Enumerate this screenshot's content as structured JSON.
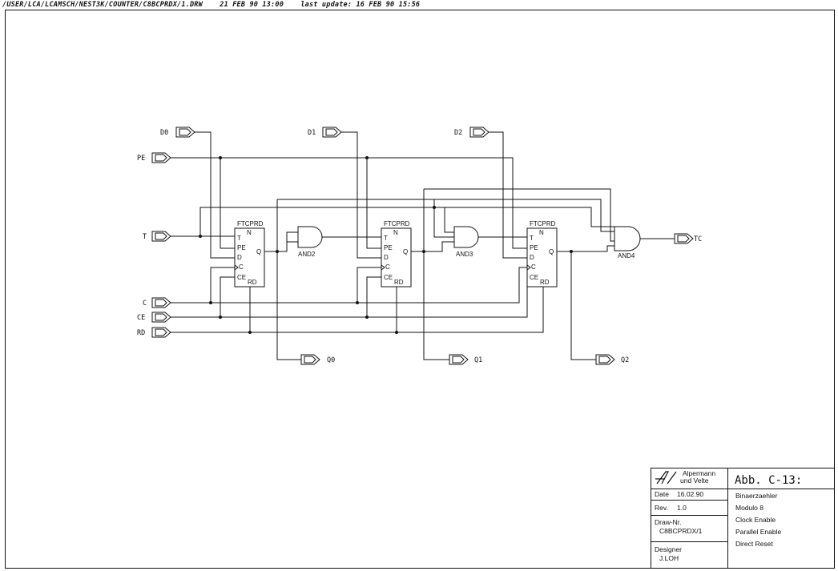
{
  "header": {
    "path": "/USER/LCA/LCAMSCH/NEST3K/COUNTER/C8BCPRDX/1.DRW",
    "date": "21 FEB 90 13:00",
    "last_update": "last update: 16 FEB 90 15:56"
  },
  "inputs": {
    "d0": "D0",
    "d1": "D1",
    "d2": "D2",
    "pe": "PE",
    "t": "T",
    "c": "C",
    "ce": "CE",
    "rd": "RD"
  },
  "outputs": {
    "q0": "Q0",
    "q1": "Q1",
    "q2": "Q2",
    "tc": "TC"
  },
  "flipflops": [
    {
      "title": "FTCPRD",
      "pins": {
        "t": "T",
        "n": "N",
        "pe": "PE",
        "d": "D",
        "c": "C",
        "ce": "CE",
        "rd": "RD",
        "q": "Q"
      }
    },
    {
      "title": "FTCPRD",
      "pins": {
        "t": "T",
        "n": "N",
        "pe": "PE",
        "d": "D",
        "c": "C",
        "ce": "CE",
        "rd": "RD",
        "q": "Q"
      }
    },
    {
      "title": "FTCPRD",
      "pins": {
        "t": "T",
        "n": "N",
        "pe": "PE",
        "d": "D",
        "c": "C",
        "ce": "CE",
        "rd": "RD",
        "q": "Q"
      }
    }
  ],
  "gates": {
    "and2": "AND2",
    "and3": "AND3",
    "and4": "AND4"
  },
  "title_block": {
    "company_line1": "Alpermann",
    "company_line2": "und Velte",
    "date_label": "Date",
    "date_value": "16.02.90",
    "rev_label": "Rev.",
    "rev_value": "1.0",
    "drawnr_label": "Draw-Nr.",
    "drawnr_value": "C8BCPRDX/1",
    "designer_label": "Designer",
    "designer_value": "J.LOH",
    "figure": "Abb. C-13:",
    "description": [
      "Binaerzaehler",
      "Modulo 8",
      "Clock Enable",
      "Parallel Enable",
      "Direct Reset"
    ]
  }
}
